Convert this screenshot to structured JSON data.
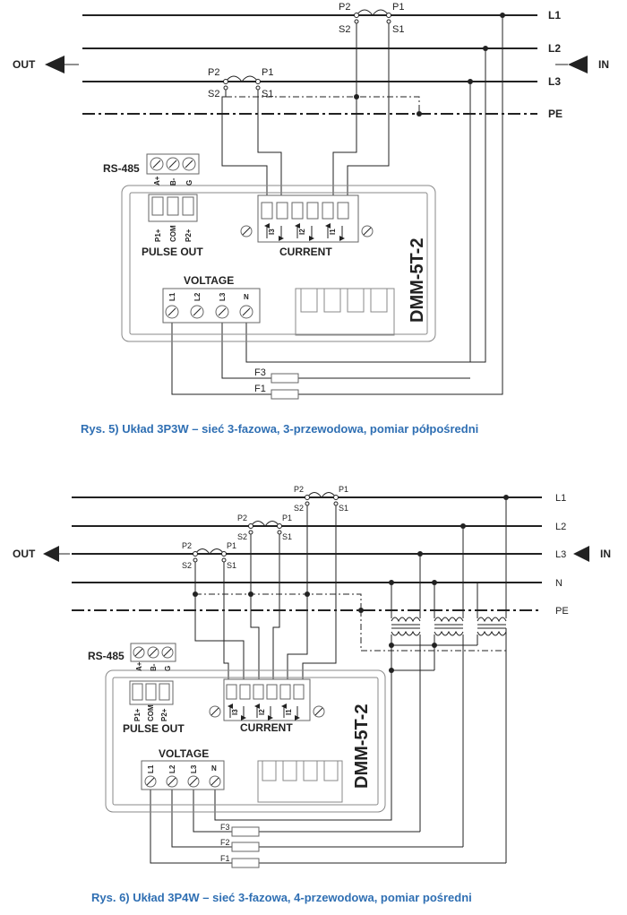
{
  "diagram5": {
    "lines": [
      "L1",
      "L2",
      "L3",
      "PE"
    ],
    "out_label": "OUT",
    "in_label": "IN",
    "ct1": {
      "p2": "P2",
      "p1": "P1",
      "s2": "S2",
      "s1": "S1"
    },
    "ct3": {
      "p2": "P2",
      "p1": "P1",
      "s2": "S2",
      "s1": "S1"
    },
    "rs485": "RS-485",
    "rs_pins": [
      "A+",
      "B-",
      "G"
    ],
    "pulse_pins": [
      "P1+",
      "COM",
      "P2+"
    ],
    "pulse_out": "PULSE OUT",
    "current_label": "CURRENT",
    "current_pins": [
      "I3",
      "I2",
      "I1"
    ],
    "voltage_label": "VOLTAGE",
    "voltage_pins": [
      "L1",
      "L2",
      "L3",
      "N"
    ],
    "device": "DMM-5T-2",
    "fuses": [
      "F3",
      "F1"
    ],
    "caption": "Rys.  5) Układ 3P3W – sieć 3-fazowa, 3-przewodowa, pomiar półpośredni"
  },
  "diagram6": {
    "lines": [
      "L1",
      "L2",
      "L3",
      "N",
      "PE"
    ],
    "out_label": "OUT",
    "in_label": "IN",
    "ct1": {
      "p2": "P2",
      "p1": "P1",
      "s2": "S2",
      "s1": "S1"
    },
    "ct2": {
      "p2": "P2",
      "p1": "P1",
      "s2": "S2",
      "s1": "S1"
    },
    "ct3": {
      "p2": "P2",
      "p1": "P1",
      "s2": "S2",
      "s1": "S1"
    },
    "rs485": "RS-485",
    "rs_pins": [
      "A+",
      "B-",
      "G"
    ],
    "pulse_pins": [
      "P1+",
      "COM",
      "P2+"
    ],
    "pulse_out": "PULSE OUT",
    "current_label": "CURRENT",
    "current_pins": [
      "I3",
      "I2",
      "I1"
    ],
    "voltage_label": "VOLTAGE",
    "voltage_pins": [
      "L1",
      "L2",
      "L3",
      "N"
    ],
    "device": "DMM-5T-2",
    "fuses": [
      "F3",
      "F2",
      "F1"
    ],
    "caption": "Rys.  6) Układ 3P4W – sieć 3-fazowa, 4-przewodowa, pomiar pośredni"
  }
}
